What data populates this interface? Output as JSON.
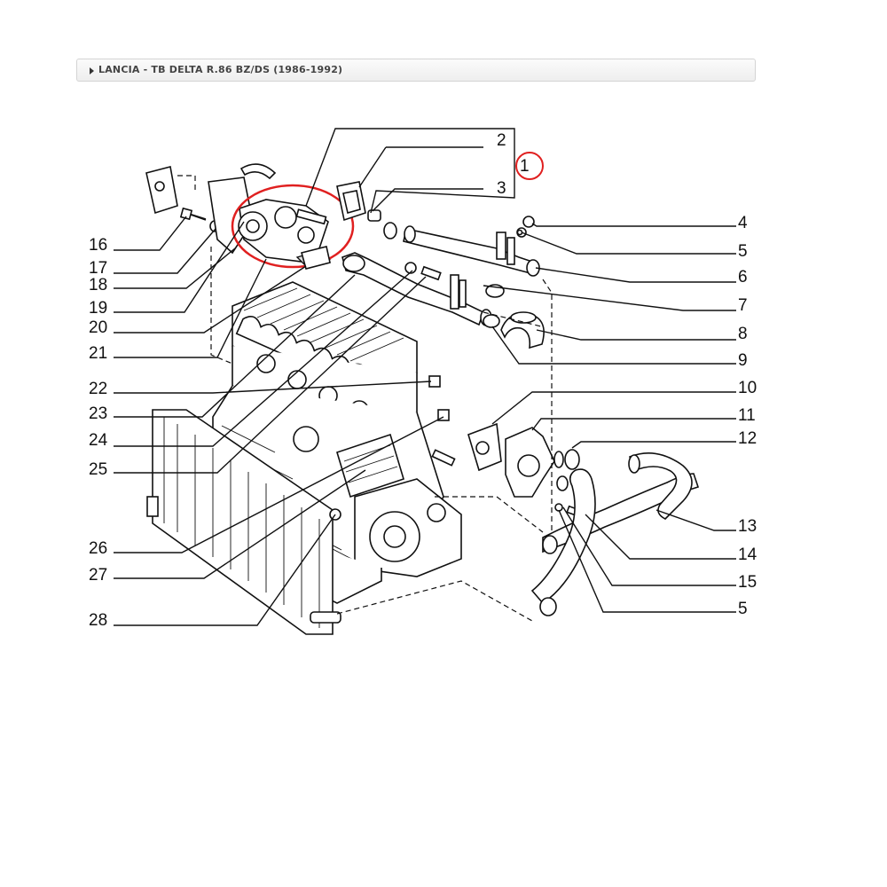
{
  "breadcrumb": {
    "label": "LANCIA - TB DELTA R.86 BZ/DS (1986-1992)"
  },
  "diagram": {
    "highlight_color": "#e02020",
    "highlighted_callout": "1",
    "callouts": [
      "2",
      "1",
      "3",
      "4",
      "5",
      "6",
      "7",
      "8",
      "9",
      "10",
      "11",
      "12",
      "13",
      "14",
      "15",
      "5",
      "16",
      "17",
      "18",
      "19",
      "20",
      "21",
      "22",
      "23",
      "24",
      "25",
      "26",
      "27",
      "28"
    ]
  }
}
